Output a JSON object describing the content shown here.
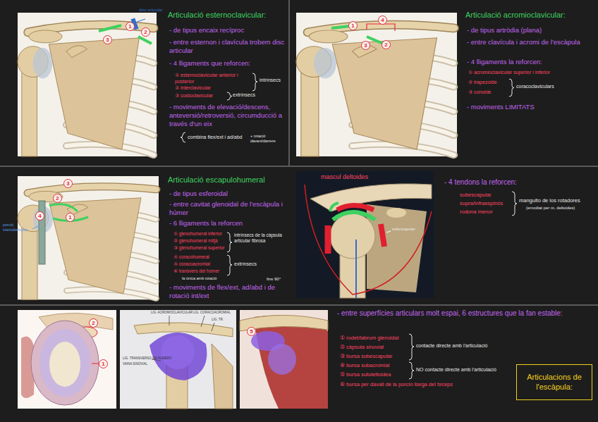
{
  "diagram": {
    "nodes": [
      {
        "text": [
          "Articulacions de l'escàpula:"
        ]
      }
    ],
    "labels": [
      "1",
      "2",
      "3",
      "disc articular",
      "Articulació esternoclavicular:",
      "- de tipus encaix recíproc",
      "- entre esternon i clavícula trobem disc articular",
      "- 4 lligaments que reforcen:",
      "① esternoclavicular anterior i posterior",
      "intrínsecs",
      "② interclavicular",
      "③ costoclavicular",
      "extrínsecs",
      "- moviments de elevació/descens, anteversió/retroversió, circumducció a través d'un eix",
      "+ rotació davant/darrere",
      "combina flex/ext i ad/abd",
      "1",
      "4",
      "3",
      "2",
      "Articulació acromioclavicular:",
      "- de tipus artròdia (plana)",
      "- entre clavícula i acromi de l'escàpula",
      "- 4 lligaments la reforcen:",
      "① acromioclavicular superior i inferior",
      "② trapezoide",
      "③ conoide",
      "coracoclaviculars",
      "- moviments LIMITATS",
      "3",
      "2",
      "4",
      "1",
      "porció intertubercular",
      "Articulació escapulohumeral",
      "- de tipus esferoidal",
      "- entre cavitat glenoidal de l'escàpula i húmer",
      "- 6 lligaments la reforcen",
      "① glenohumeral inferior",
      "② glenohumeral mitjà",
      "③ glenohumeral superior",
      "intrínsecs de la càpsula articular fibrosa",
      "④ coracohumeral",
      "⑤ coracoacromial",
      "⑥ transvers del húmer",
      "extrínsecs",
      "la única amb rotació",
      "fins 90°",
      "- moviments de flex/ext, ad/abd i de rotació int/ext",
      "mascul deltoides",
      "subescapular",
      "- 4 tendons la reforcen:",
      "subescapular",
      "supra/infraespinós",
      "rodona menor",
      "manguito de los rotadores",
      "(envoltat per m. deltoides)",
      "2",
      "1",
      "LIG. ACROMIOCLAVICULAR",
      "LIG. CORACOACROMIAL",
      "LIG. TR.",
      "LIG. TRANSVERSO DE HUMERO",
      "VAINA SINOVIAL",
      "5",
      "- entre superfícies articulars molt espai, 6 estructures que la fan estable:",
      "① rodet/labrum glenoidal",
      "② càpsula sinovial",
      "③ bursa subescapular",
      "contacte directe amb l'articulació",
      "④ bursa subacromial",
      "⑤ bursa subdeltoidea",
      "NO contacte directe amb l'articulació",
      "⑥ bursa per davall de la porció llarga del bíceps"
    ]
  }
}
